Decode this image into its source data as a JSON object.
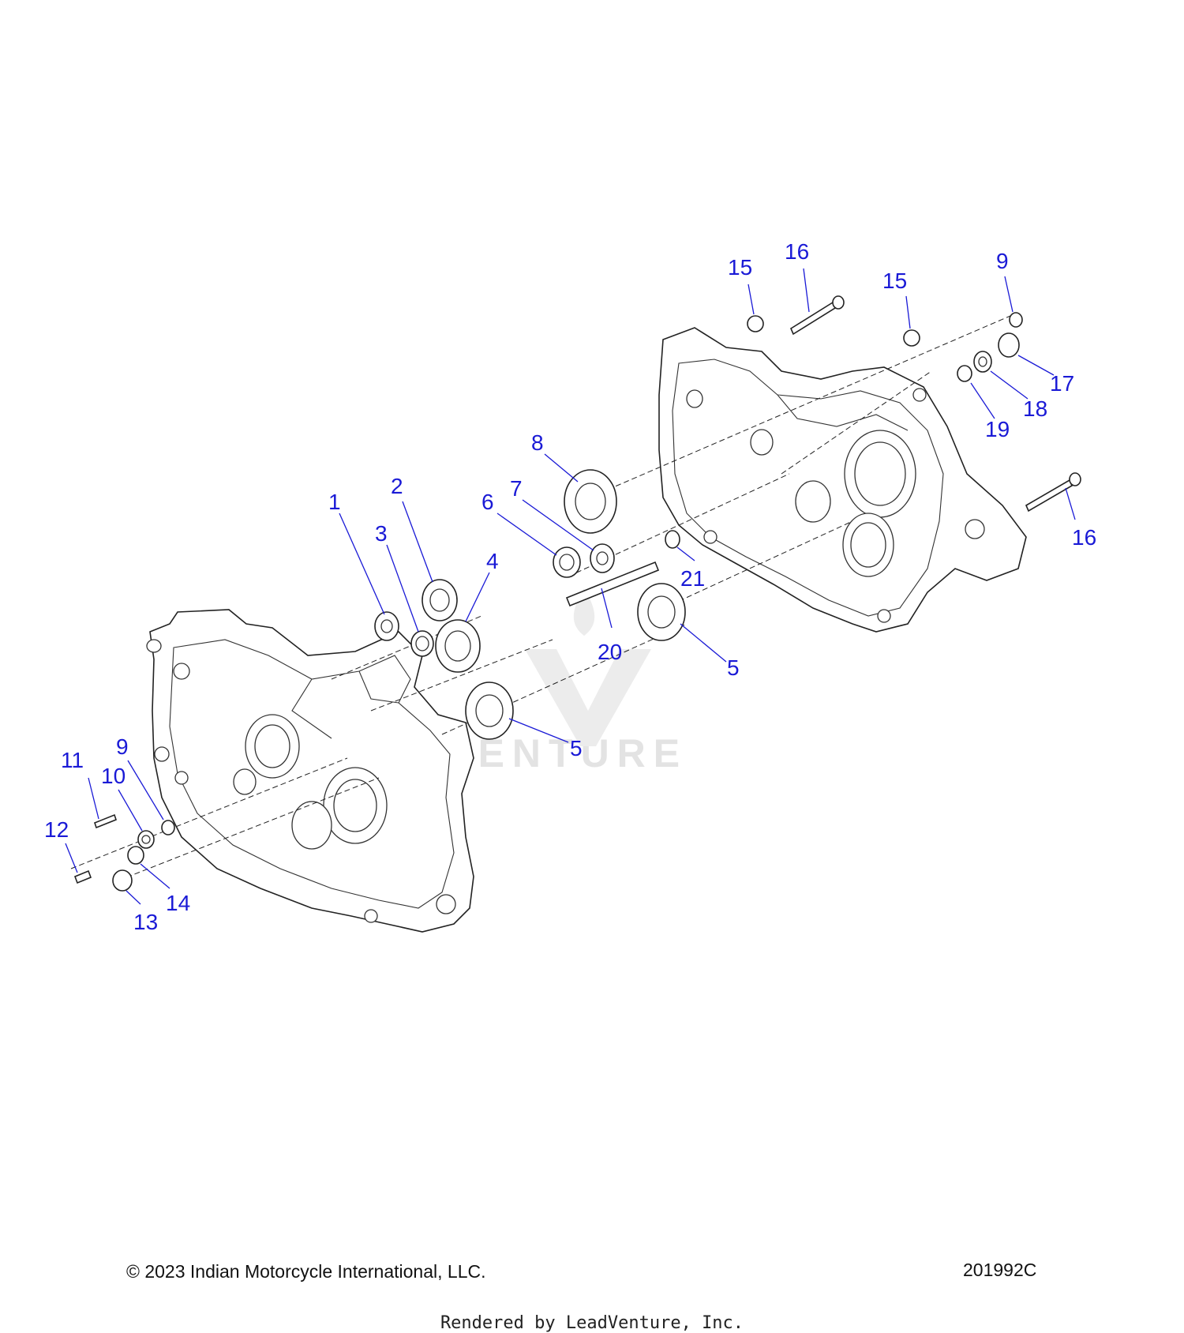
{
  "callouts": [
    {
      "label": "1"
    },
    {
      "label": "2"
    },
    {
      "label": "3"
    },
    {
      "label": "4"
    },
    {
      "label": "5"
    },
    {
      "label": "5"
    },
    {
      "label": "6"
    },
    {
      "label": "7"
    },
    {
      "label": "8"
    },
    {
      "label": "9"
    },
    {
      "label": "9"
    },
    {
      "label": "10"
    },
    {
      "label": "11"
    },
    {
      "label": "12"
    },
    {
      "label": "13"
    },
    {
      "label": "14"
    },
    {
      "label": "15"
    },
    {
      "label": "15"
    },
    {
      "label": "16"
    },
    {
      "label": "16"
    },
    {
      "label": "17"
    },
    {
      "label": "18"
    },
    {
      "label": "19"
    },
    {
      "label": "20"
    },
    {
      "label": "21"
    }
  ],
  "watermark": {
    "text": "ADVENTURE"
  },
  "footer": {
    "copyright": "© 2023 Indian Motorcycle International, LLC.",
    "doc_number": "201992C",
    "rendered_by": "Rendered by LeadVenture, Inc."
  }
}
